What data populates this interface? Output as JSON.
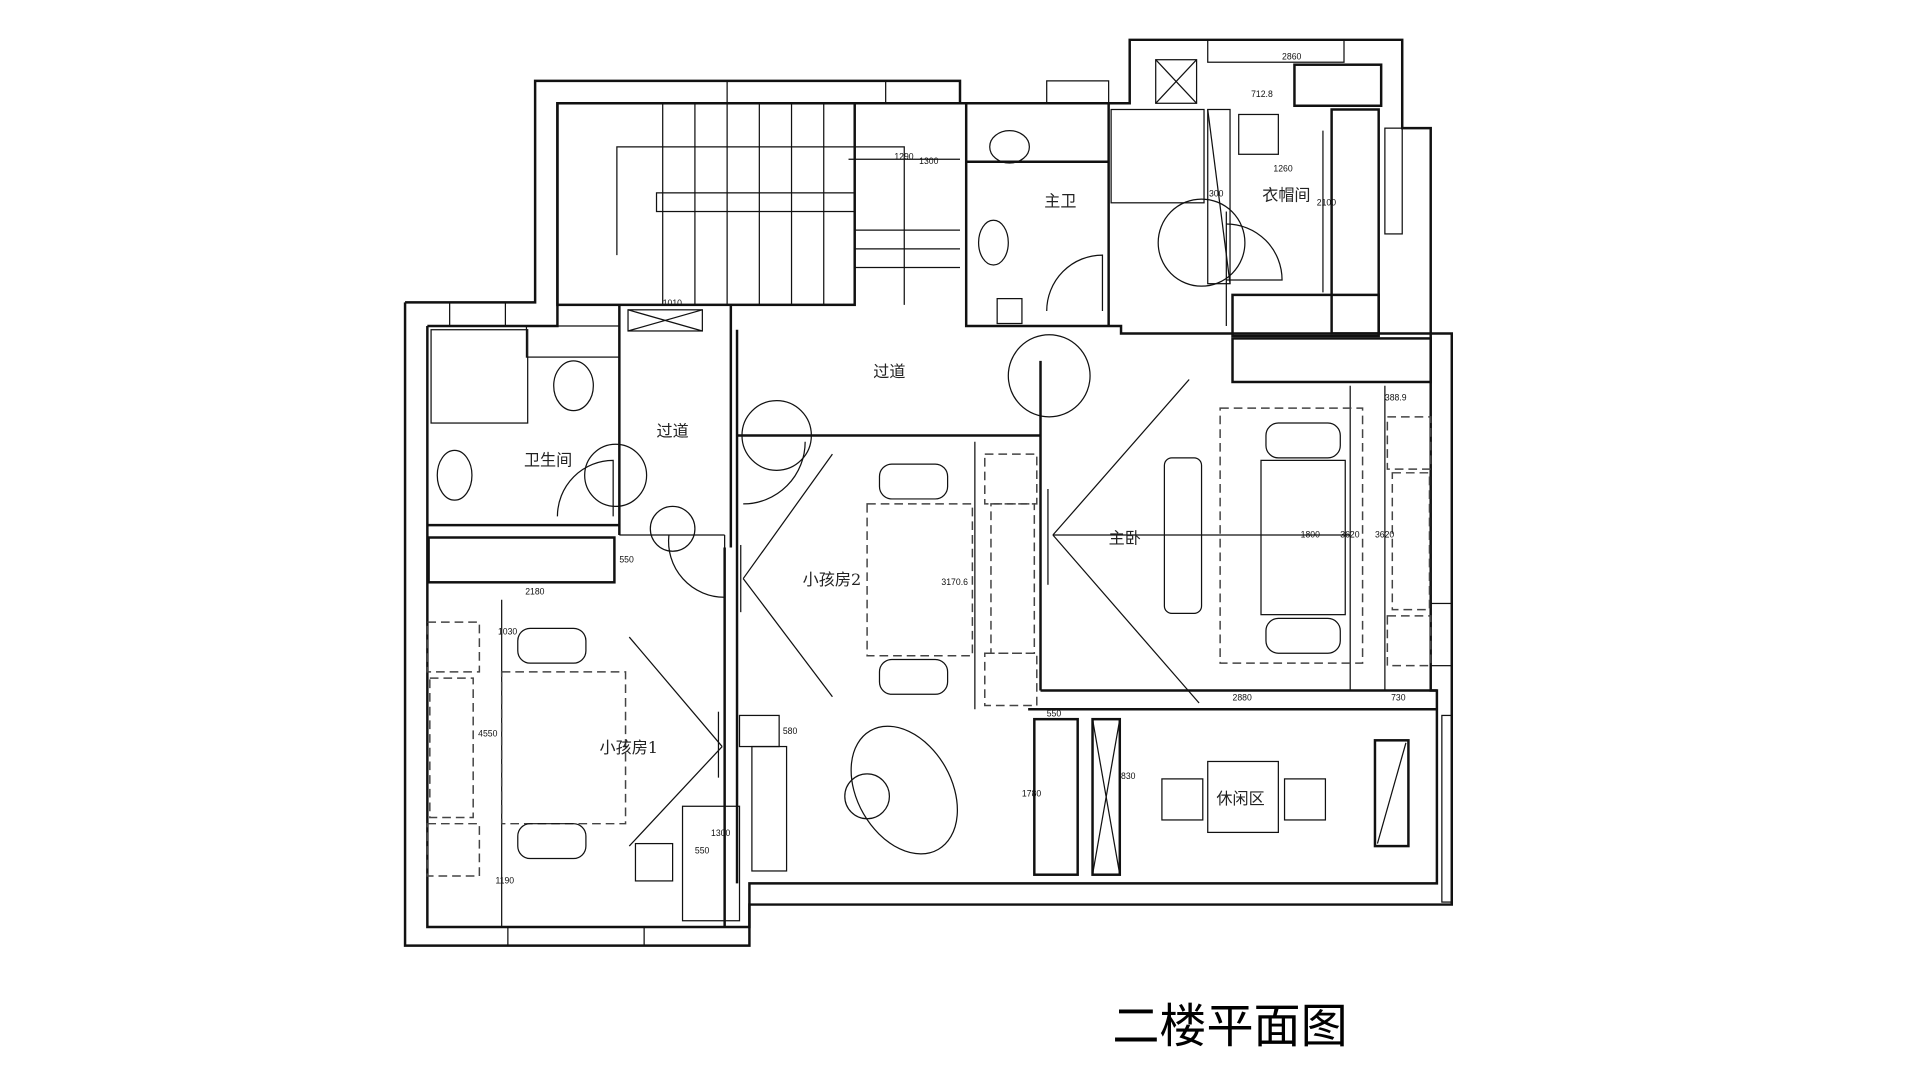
{
  "title": "二楼平面图",
  "rooms": {
    "master_bath": "主卫",
    "cloakroom": "衣帽间",
    "corridor_main": "过道",
    "corridor_left": "过道",
    "bathroom": "卫生间",
    "kids_room_1": "小孩房1",
    "kids_room_2": "小孩房2",
    "master_bedroom": "主卧",
    "lounge": "休闲区"
  },
  "dimensions": {
    "cloak_top": "2860",
    "cloak_depth": "712.8",
    "cloak_width": "1260",
    "cloak_height": "2100",
    "cloak_door": "300",
    "stair_w": "1290",
    "stair_h": "1300",
    "corridor_door": "1010",
    "kid1_wardrobe_w": "2180",
    "kid1_wardrobe_d": "550",
    "kid1_top": "1030",
    "kid1_bed": "4550",
    "kid1_bottom": "1190",
    "kid1_desk_h": "1300",
    "kid1_desk_w": "550",
    "kid1_cab": "580",
    "kid2_bed": "3170.6",
    "master_bed": "1800",
    "master_wall_1": "3620",
    "master_wall_2": "3620",
    "master_side": "388.9",
    "master_bottom": "2880",
    "master_corner": "730",
    "lounge_wardrobe_w": "550",
    "lounge_wardrobe_h": "1780",
    "lounge_cab": "830"
  }
}
